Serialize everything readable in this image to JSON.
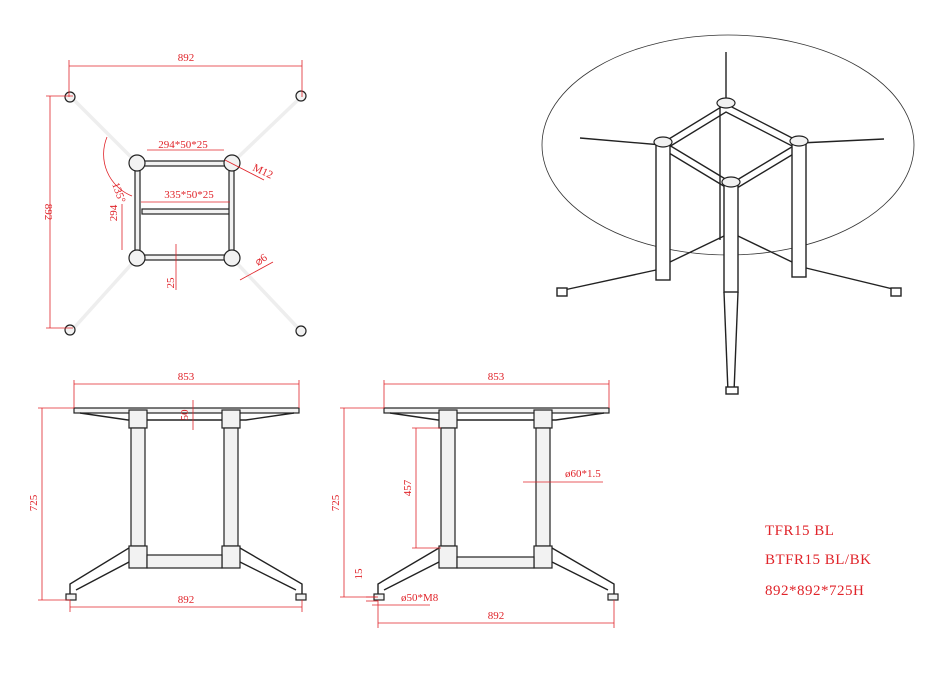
{
  "top_view": {
    "width": "892",
    "depth": "892",
    "short_bar": "294*50*25",
    "long_bar": "335*50*25",
    "angle": "135°",
    "bar_spacing": "294",
    "bolt": "M12",
    "bar_thickness": "25",
    "hole": "⌀6"
  },
  "front_view": {
    "top_width": "853",
    "height": "725",
    "plate": "50",
    "base_width": "892"
  },
  "side_view": {
    "top_width": "853",
    "height": "725",
    "column_length": "457",
    "tube": "ø60*1.5",
    "foot_height": "15",
    "foot": "ø50*M8",
    "base_width": "892"
  },
  "product": {
    "model": "TFR15 BL",
    "variant": "BTFR15 BL/BK",
    "dimensions": "892*892*725H"
  }
}
